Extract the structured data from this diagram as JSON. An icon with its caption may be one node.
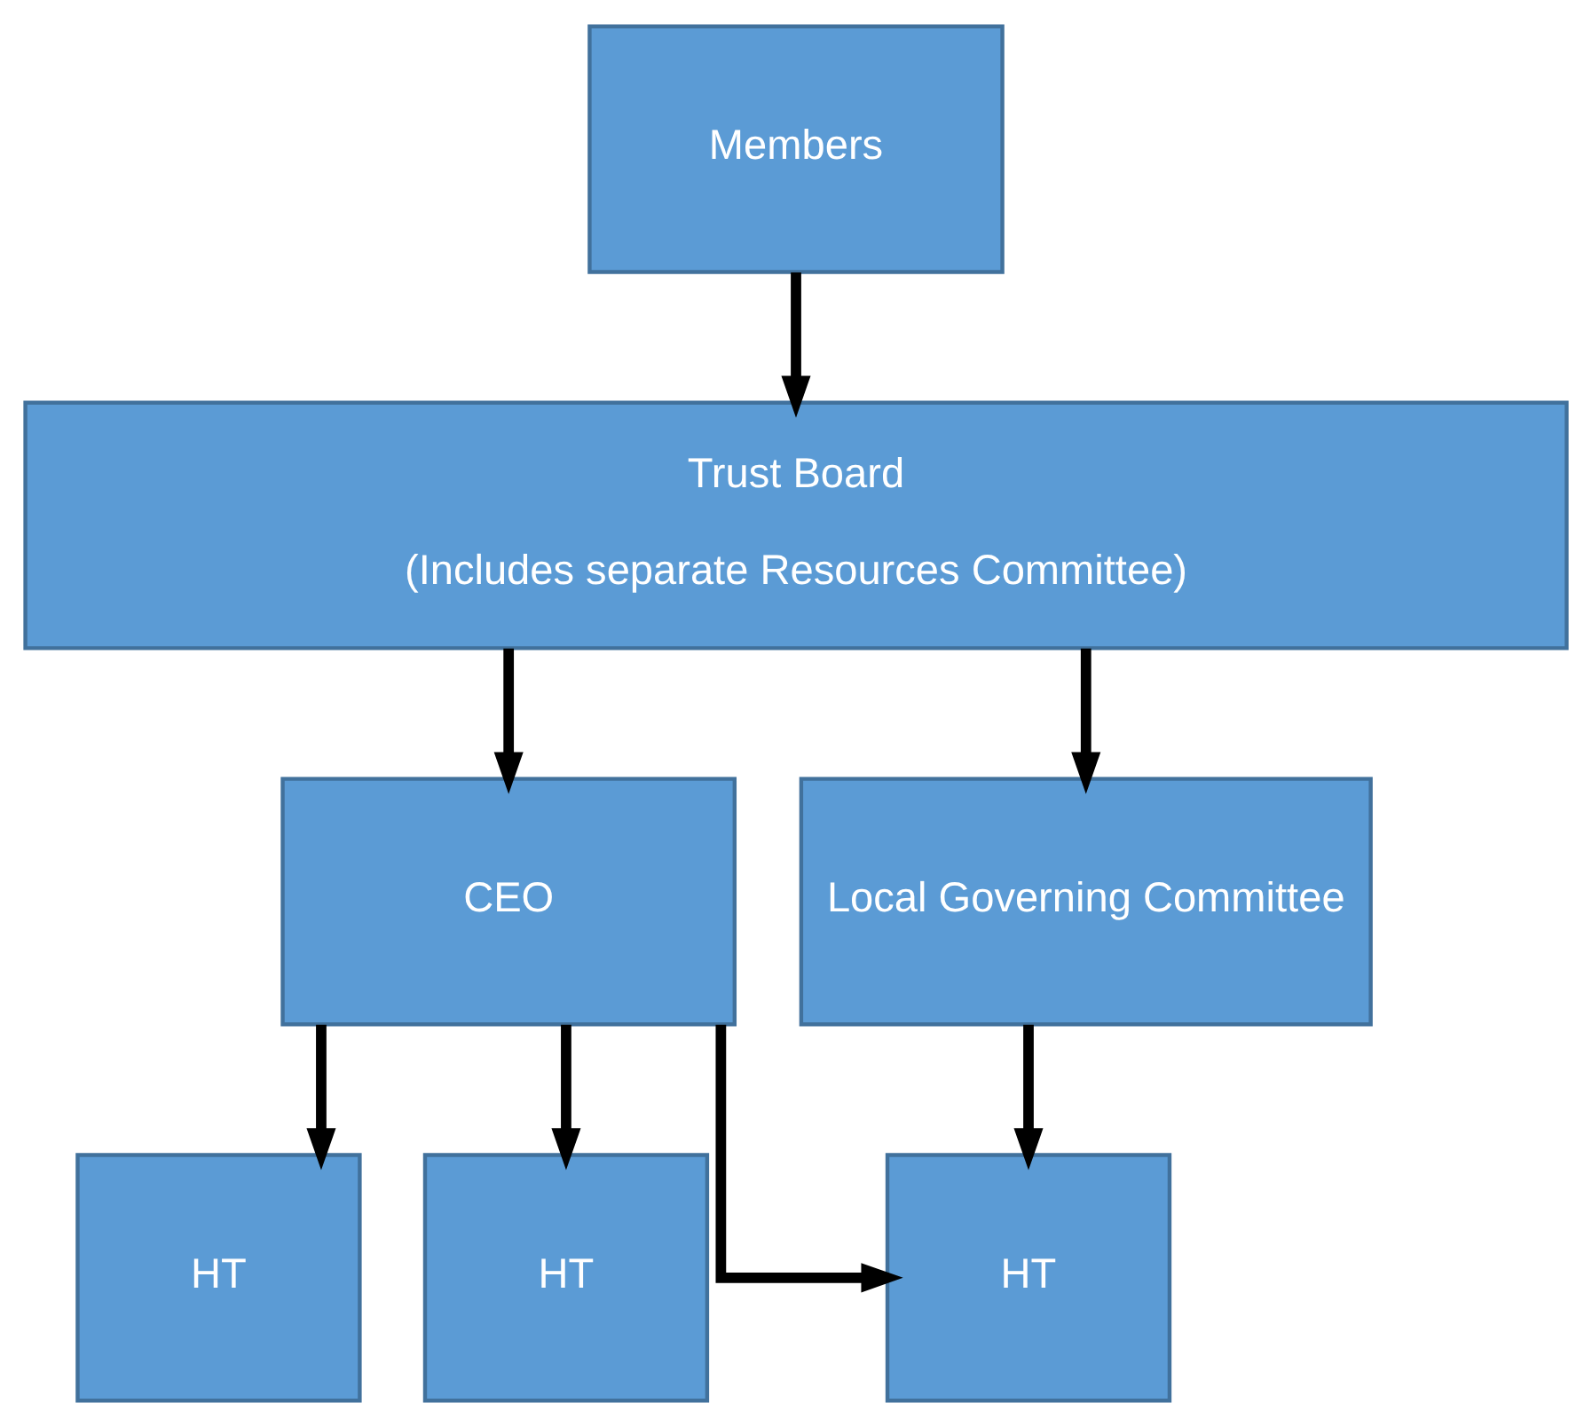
{
  "diagram": {
    "nodes": [
      {
        "text": [
          "Members"
        ]
      },
      {
        "text": [
          "Trust Board",
          "(Includes separate Resources Committee)"
        ]
      },
      {
        "text": [
          "CEO"
        ]
      },
      {
        "text": [
          "Local Governing Committee"
        ]
      },
      {
        "text": [
          "HT"
        ]
      },
      {
        "text": [
          "HT"
        ]
      },
      {
        "text": [
          "HT"
        ]
      }
    ],
    "edges": [
      {
        "from": 0,
        "to": 1,
        "arrow": "to"
      },
      {
        "from": 1,
        "to": 2,
        "arrow": "to"
      },
      {
        "from": 1,
        "to": 3,
        "arrow": "to"
      },
      {
        "from": 2,
        "to": 4,
        "arrow": "to"
      },
      {
        "from": 2,
        "to": 5,
        "arrow": "to"
      },
      {
        "from": 2,
        "to": 6,
        "arrow": "to"
      },
      {
        "from": 3,
        "to": 6,
        "arrow": "to"
      }
    ]
  }
}
